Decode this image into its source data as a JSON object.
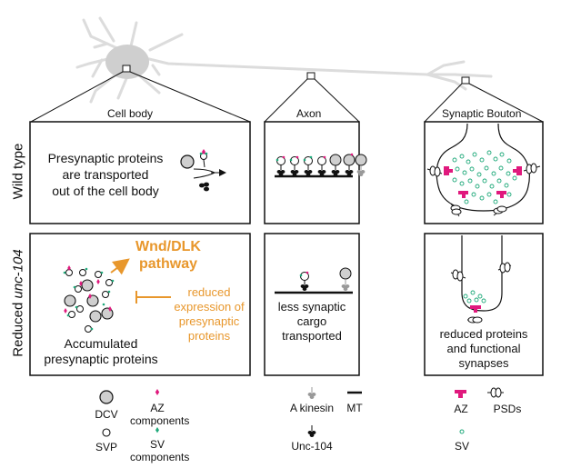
{
  "columns": {
    "cell_body": "Cell body",
    "axon": "Axon",
    "synaptic_bouton": "Synaptic Bouton"
  },
  "rows": {
    "wild_type": "Wild type",
    "reduced_prefix": "Reduced ",
    "reduced_gene": "unc-104"
  },
  "wild_type": {
    "cell_body_text_1": "Presynaptic proteins",
    "cell_body_text_2": "are transported",
    "cell_body_text_3": "out of the cell body"
  },
  "reduced": {
    "pathway_1": "Wnd/DLK",
    "pathway_2": "pathway",
    "expression_1": "reduced",
    "expression_2": "expression of",
    "expression_3": "presynaptic",
    "expression_4": "proteins",
    "accumulated_1": "Accumulated",
    "accumulated_2": "presynaptic proteins",
    "axon_1": "less synaptic cargo",
    "axon_2": "transported",
    "bouton_1": "reduced proteins",
    "bouton_2": "and functional",
    "bouton_3": "synapses"
  },
  "legend": {
    "dcv": "DCV",
    "az_components_1": "AZ",
    "az_components_2": "components",
    "svp": "SVP",
    "sv_components_1": "SV",
    "sv_components_2": "components",
    "a_kinesin": "A kinesin",
    "mt": "MT",
    "unc104": "Unc-104",
    "az": "AZ",
    "psds": "PSDs",
    "sv": "SV"
  },
  "colors": {
    "magenta": "#e0197d",
    "green": "#1fa97a",
    "orange": "#e8972c",
    "neuron_gray": "#dcdcdc",
    "soma_gray": "#cfcfcf"
  }
}
